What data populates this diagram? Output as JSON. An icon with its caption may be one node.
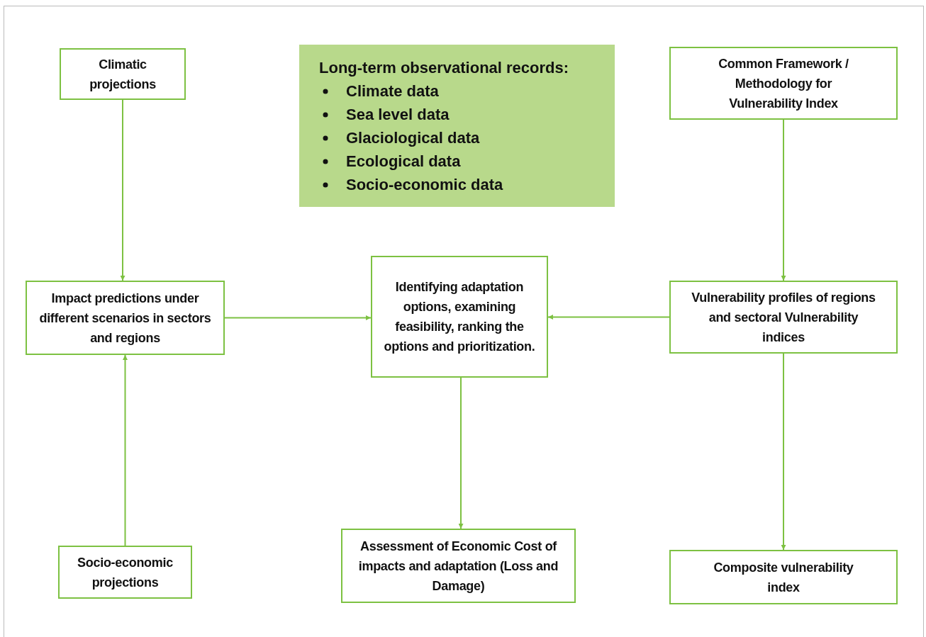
{
  "diagram": {
    "nodes": [
      {
        "text": [
          "Climatic projections"
        ]
      },
      {
        "text": [
          "Long-term observational records:",
          "Climate data",
          "Sea level data",
          "Glaciological data",
          "Ecological data",
          "Socio-economic data"
        ]
      },
      {
        "text": [
          "Common Framework / Methodology for Vulnerability Index"
        ]
      },
      {
        "text": [
          "Impact predictions under different scenarios in sectors and regions"
        ]
      },
      {
        "text": [
          "Identifying adaptation options, examining feasibility, ranking the options and prioritization."
        ]
      },
      {
        "text": [
          "Vulnerability profiles of regions and sectoral Vulnerability indices"
        ]
      },
      {
        "text": [
          "Socio-economic projections"
        ]
      },
      {
        "text": [
          "Assessment of Economic Cost of impacts and adaptation (Loss and Damage)"
        ]
      },
      {
        "text": [
          "Composite vulnerability index"
        ]
      }
    ],
    "edges": [
      {
        "from": 0,
        "to": 3,
        "arrow": "to"
      },
      {
        "from": 6,
        "to": 3,
        "arrow": "to"
      },
      {
        "from": 3,
        "to": 4,
        "arrow": "to"
      },
      {
        "from": 5,
        "to": 4,
        "arrow": "to"
      },
      {
        "from": 2,
        "to": 5,
        "arrow": "to"
      },
      {
        "from": 4,
        "to": 7,
        "arrow": "to"
      },
      {
        "from": 5,
        "to": 8,
        "arrow": "to"
      }
    ]
  }
}
